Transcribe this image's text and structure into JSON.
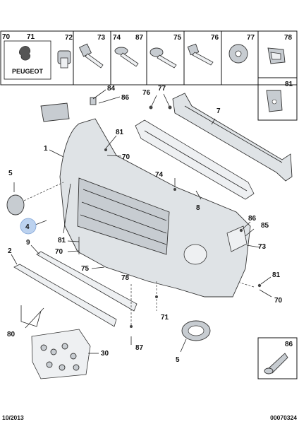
{
  "brand": {
    "name": "PEUGEOT"
  },
  "header_refs": [
    "70",
    "71",
    "72",
    "73",
    "74",
    "87",
    "75",
    "76",
    "77",
    "78"
  ],
  "side_refs": [
    "81",
    "86"
  ],
  "callouts": {
    "c1": "1",
    "c2": "2",
    "c4": "4",
    "c5a": "5",
    "c5b": "5",
    "c7": "7",
    "c8": "8",
    "c9": "9",
    "c30": "30",
    "c70a": "70",
    "c70b": "70",
    "c70c": "70",
    "c71": "71",
    "c73": "73",
    "c74": "74",
    "c75": "75",
    "c76": "76",
    "c77": "77",
    "c78": "78",
    "c80": "80",
    "c81a": "81",
    "c81b": "81",
    "c81c": "81",
    "c84": "84",
    "c85": "85",
    "c86a": "86",
    "c86b": "86",
    "c87": "87"
  },
  "footer": {
    "date": "10/2013",
    "code": "00070324"
  },
  "colors": {
    "highlight": "#bcd2ef",
    "part_fill": "#dfe3e6",
    "line": "#222222"
  }
}
